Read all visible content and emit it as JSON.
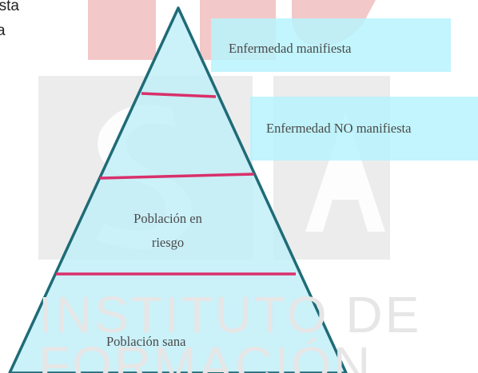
{
  "watermark": {
    "line1": "INSTITUTO DE",
    "line2": "FORMACIÓN"
  },
  "clipped_text": {
    "line1": "esta",
    "line2": "a"
  },
  "pyramid": {
    "levels": [
      {
        "label": "Enfermedad manifiesta"
      },
      {
        "label": "Enfermedad NO manifiesta"
      },
      {
        "label_line1": "Población en",
        "label_line2": "riesgo"
      },
      {
        "label": "Población sana"
      }
    ]
  },
  "colors": {
    "pyramid_fill": "#bfeef8",
    "pyramid_outline": "#1f6b78",
    "divider": "#d9306b",
    "label_box_fill": "#b7f3fd",
    "watermark_red": "#f1c2c2",
    "watermark_gray": "#e9e9e9"
  }
}
